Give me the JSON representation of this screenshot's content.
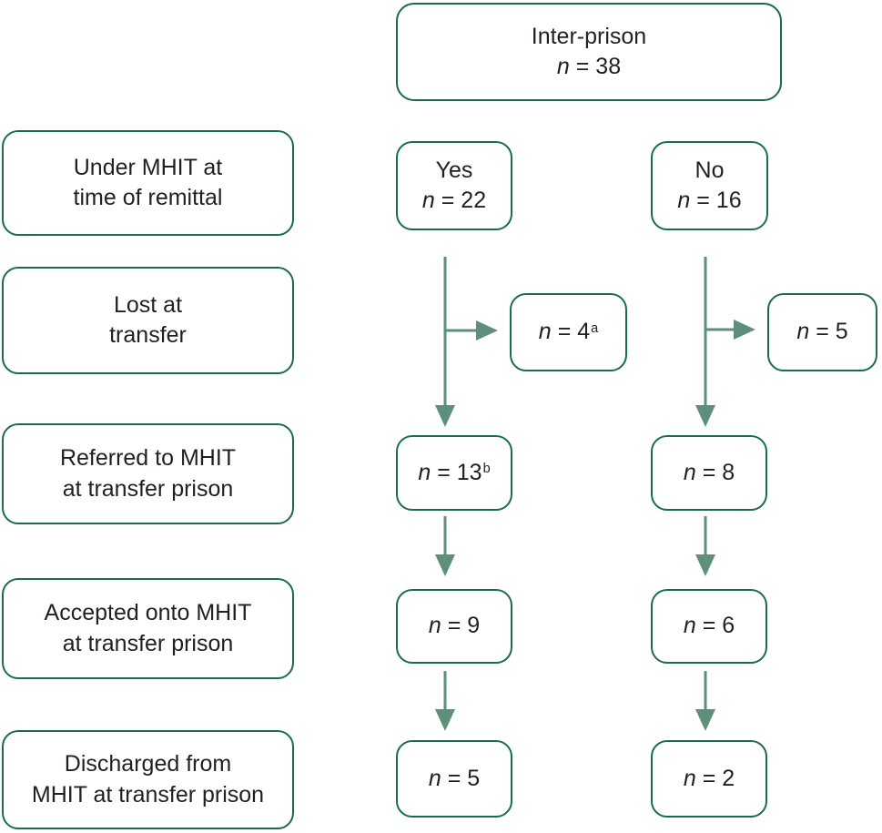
{
  "flowchart": {
    "root": {
      "label": "Inter-prison",
      "n_symbol": "n",
      "n_value": "= 38"
    },
    "stage_labels": [
      {
        "line1": "Under MHIT at",
        "line2": "time of remittal"
      },
      {
        "line1": "Lost at",
        "line2": "transfer"
      },
      {
        "line1": "Referred to MHIT",
        "line2": "at transfer prison"
      },
      {
        "line1": "Accepted onto MHIT",
        "line2": "at transfer prison"
      },
      {
        "line1": "Discharged from",
        "line2": "MHIT at transfer prison"
      }
    ],
    "yes_branch": {
      "label": "Yes",
      "n_symbol": "n",
      "n_value": "= 22",
      "lost": {
        "n_symbol": "n",
        "n_value": "= 4",
        "superscript": "a"
      },
      "referred": {
        "n_symbol": "n",
        "n_value": "= 13",
        "superscript": "b"
      },
      "accepted": {
        "n_symbol": "n",
        "n_value": "= 9"
      },
      "discharged": {
        "n_symbol": "n",
        "n_value": "= 5"
      }
    },
    "no_branch": {
      "label": "No",
      "n_symbol": "n",
      "n_value": "= 16",
      "lost": {
        "n_symbol": "n",
        "n_value": "= 5"
      },
      "referred": {
        "n_symbol": "n",
        "n_value": "= 8"
      },
      "accepted": {
        "n_symbol": "n",
        "n_value": "= 6"
      },
      "discharged": {
        "n_symbol": "n",
        "n_value": "= 2"
      }
    },
    "colors": {
      "box_border": "#1a6b52",
      "arrow": "#5e8f7a",
      "text": "#231f20",
      "background": "#ffffff"
    }
  }
}
